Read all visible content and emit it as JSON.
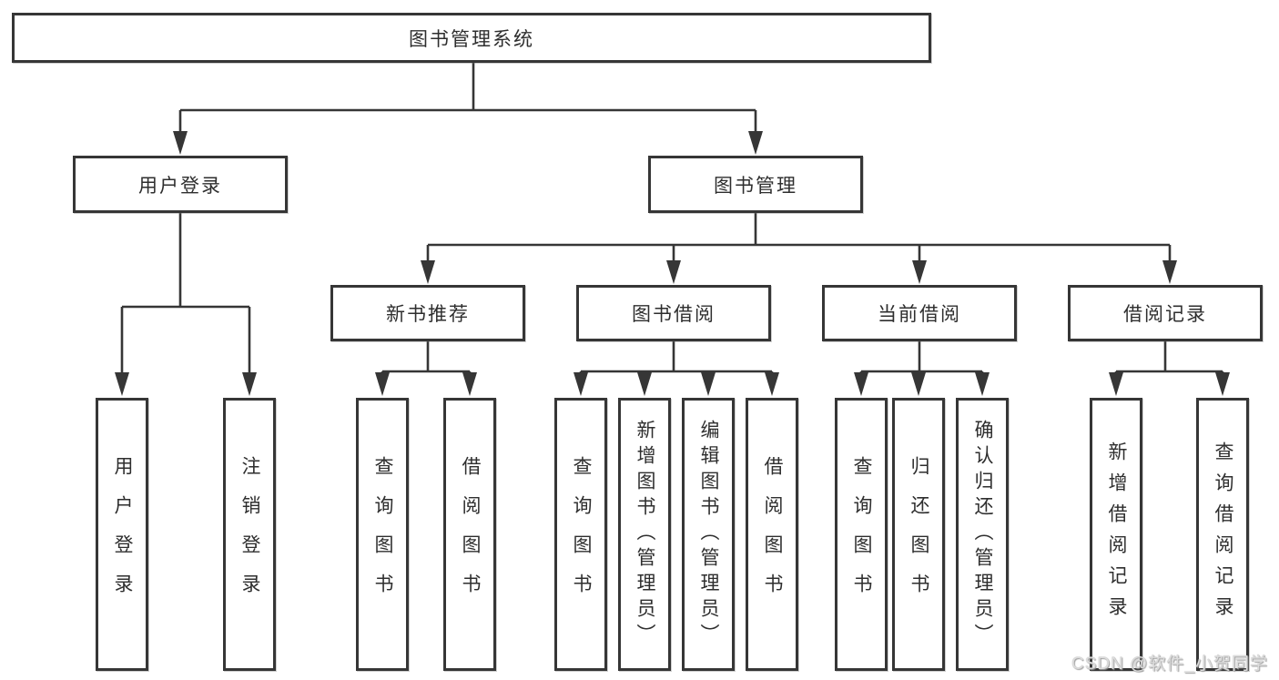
{
  "watermark": "CSDN @软件_小贺同学",
  "colors": {
    "line": "#363636",
    "node_border": "#363636",
    "node_background": "#ffffff",
    "text": "#2e2e2e",
    "watermark_text": "#dcdcdc"
  },
  "tree": {
    "label": "图书管理系统",
    "children": [
      {
        "label": "用户登录",
        "children": [
          {
            "label": "用户登录"
          },
          {
            "label": "注销登录"
          }
        ]
      },
      {
        "label": "图书管理",
        "children": [
          {
            "label": "新书推荐",
            "children": [
              {
                "label": "查询图书"
              },
              {
                "label": "借阅图书"
              }
            ]
          },
          {
            "label": "图书借阅",
            "children": [
              {
                "label": "查询图书"
              },
              {
                "label": "新增图书（管理员）"
              },
              {
                "label": "编辑图书（管理员）"
              },
              {
                "label": "借阅图书"
              }
            ]
          },
          {
            "label": "当前借阅",
            "children": [
              {
                "label": "查询图书"
              },
              {
                "label": "归还图书"
              },
              {
                "label": "确认归还（管理员）"
              }
            ]
          },
          {
            "label": "借阅记录",
            "children": [
              {
                "label": "新增借阅记录"
              },
              {
                "label": "查询借阅记录"
              }
            ]
          }
        ]
      }
    ]
  }
}
